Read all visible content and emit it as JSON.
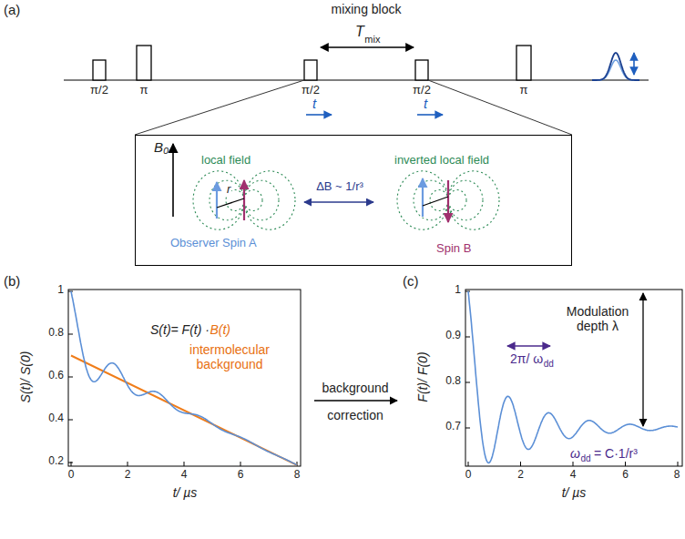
{
  "diagram": {
    "nodes": [
      {
        "text": [
          "B₀",
          "local field",
          "inverted local field",
          "r",
          "ΔB ~ 1/r³",
          "Observer Spin A",
          "Spin B"
        ]
      }
    ],
    "labels": [
      "(a)",
      "mixing block",
      "T",
      "mix",
      "π/2",
      "π",
      "π/2",
      "π/2",
      "π",
      "t",
      "t",
      "(b)",
      "1",
      "0.8",
      "0.6",
      "0.4",
      "0.2",
      "0",
      "2",
      "4",
      "6",
      "8",
      "S(t)/ S(0)",
      "t/ µs",
      "S(t)= F(t) ·",
      "B(t)",
      "intermolecular background",
      "background",
      "correction",
      "(c)",
      "1",
      "0.9",
      "0.8",
      "0.7",
      "0",
      "2",
      "4",
      "6",
      "8",
      "F(t)/ F(0)",
      "t/ µs",
      "Modulation depth λ",
      "2π/ ω",
      "dd",
      "ω",
      "dd",
      "= C·1/r³"
    ]
  }
}
